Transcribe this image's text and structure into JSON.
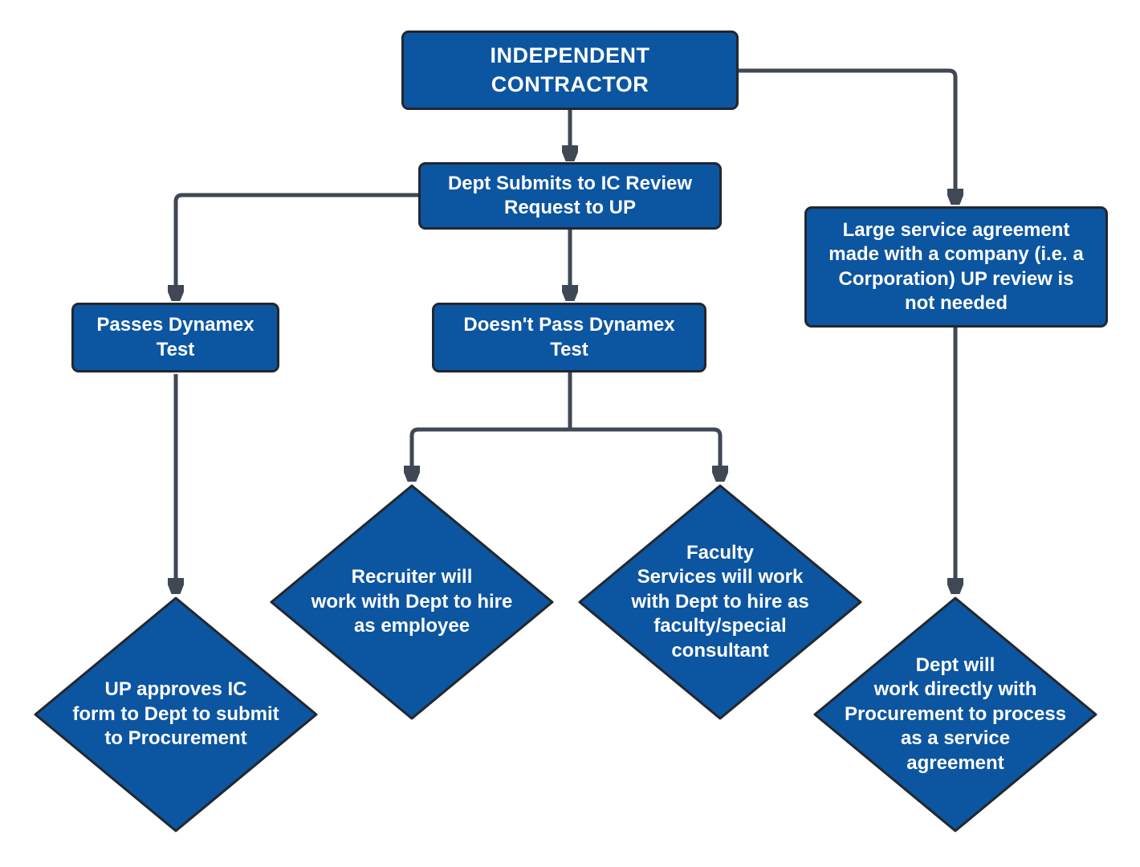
{
  "diagram": {
    "type": "flowchart",
    "background_color": "#ffffff",
    "colors": {
      "node_fill": "#0c55a0",
      "node_border": "#23272d",
      "connector": "#3f4854",
      "label_text": "#ffffff"
    },
    "nodes": {
      "independent_contractor": {
        "shape": "rectangle",
        "label": "INDEPENDENT\nCONTRACTOR"
      },
      "dept_submits": {
        "shape": "rectangle",
        "label": "Dept Submits to IC Review\nRequest to UP"
      },
      "large_service_agreement": {
        "shape": "rectangle",
        "label": "Large service agreement\nmade with a company (i.e. a\nCorporation) UP review is\nnot needed"
      },
      "passes_dynamex": {
        "shape": "rectangle",
        "label": "Passes Dynamex\nTest"
      },
      "doesnt_pass_dynamex": {
        "shape": "rectangle",
        "label": "Doesn't Pass Dynamex\nTest"
      },
      "up_approves": {
        "shape": "diamond",
        "label": "UP approves IC\nform to Dept to submit\nto Procurement"
      },
      "recruiter": {
        "shape": "diamond",
        "label": "Recruiter will\nwork with Dept to hire\nas employee"
      },
      "faculty_services": {
        "shape": "diamond",
        "label": "Faculty\nServices will work\nwith Dept to hire as\nfaculty/special\nconsultant"
      },
      "dept_procurement": {
        "shape": "diamond",
        "label": "Dept will\nwork directly with\nProcurement to process\nas a service\nagreement"
      }
    },
    "edges": [
      {
        "from": "independent_contractor",
        "to": "dept_submits"
      },
      {
        "from": "independent_contractor",
        "to": "large_service_agreement"
      },
      {
        "from": "dept_submits",
        "to": "passes_dynamex"
      },
      {
        "from": "dept_submits",
        "to": "doesnt_pass_dynamex"
      },
      {
        "from": "passes_dynamex",
        "to": "up_approves"
      },
      {
        "from": "doesnt_pass_dynamex",
        "to": "recruiter"
      },
      {
        "from": "doesnt_pass_dynamex",
        "to": "faculty_services"
      },
      {
        "from": "large_service_agreement",
        "to": "dept_procurement"
      }
    ]
  }
}
